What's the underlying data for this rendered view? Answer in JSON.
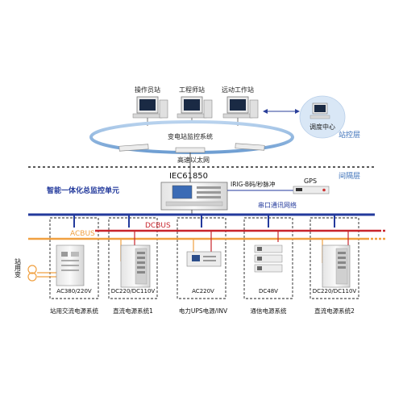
{
  "station_layer": {
    "workstations": [
      "操作员站",
      "工程师站",
      "远动工作站"
    ],
    "system_label": "变电站监控系统",
    "network_label": "高速以太网",
    "dispatch_label": "调度中心",
    "layer_label": "站控层"
  },
  "bay_layer": {
    "protocol_label": "IEC61850",
    "monitor_unit_label": "智能一体化总监控单元",
    "sync_label": "IRIG-B码/秒脉冲",
    "gps_label": "GPS",
    "serial_network_label": "串口通讯网络",
    "layer_label": "间隔层"
  },
  "buses": {
    "ac_label": "ACBUS",
    "dc_label": "DCBUS",
    "station_transformer_label": "站用变"
  },
  "subsystems": [
    {
      "voltage": "AC380/220V",
      "name": "站用交流电源系统"
    },
    {
      "voltage": "DC220/DC110V",
      "name": "直流电源系统1"
    },
    {
      "voltage": "AC220V",
      "name": "电力UPS电源/INV"
    },
    {
      "voltage": "DC48V",
      "name": "通信电源系统"
    },
    {
      "voltage": "DC220/DC110V",
      "name": "直流电源系统2"
    }
  ],
  "colors": {
    "ethernet_ring": "#5a8fc8",
    "serial_bus": "#233a9c",
    "ac_bus": "#f0a040",
    "dc_bus": "#c8242c",
    "layer_text": "#3a6fb8"
  }
}
